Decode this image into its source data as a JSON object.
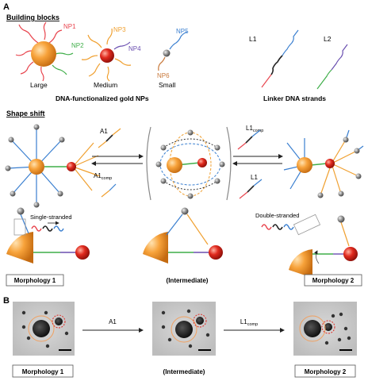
{
  "panel_a": {
    "label": "A",
    "building_blocks": {
      "heading": "Building blocks",
      "np_labels": {
        "np1": "NP1",
        "np2": "NP2",
        "np3": "NP3",
        "np4": "NP4",
        "np5": "NP5",
        "np6": "NP6"
      },
      "size_labels": {
        "large": "Large",
        "medium": "Medium",
        "small": "Small"
      },
      "caption_nps": "DNA-functionalized gold NPs",
      "linker_labels": {
        "l1": "L1",
        "l2": "L2"
      },
      "caption_linkers": "Linker DNA strands"
    },
    "shape_shift": {
      "heading": "Shape shift",
      "a1": "A1",
      "a1_comp_base": "A1",
      "a1_comp_sub": "comp",
      "l1_comp_base": "L1",
      "l1_comp_sub": "comp",
      "l1": "L1",
      "single_stranded": "Single-stranded",
      "double_stranded": "Double-stranded",
      "morph1": "Morphology 1",
      "intermediate": "(Intermediate)",
      "morph2": "Morphology 2"
    }
  },
  "panel_b": {
    "label": "B",
    "a1": "A1",
    "l1_comp_base": "L1",
    "l1_comp_sub": "comp",
    "morph1": "Morphology 1",
    "intermediate": "(Intermediate)",
    "morph2": "Morphology 2"
  },
  "colors": {
    "np1": "#e8454e",
    "np2": "#3fae49",
    "np3": "#f0a030",
    "np4": "#6a4fb0",
    "np5": "#3a7fd0",
    "np6": "#c8783a",
    "gold": "#f39a2e",
    "red_np": "#d42a1e",
    "grey_np": "#777777",
    "orange_circle": "#f0a060",
    "red_dashed": "#e0302a"
  }
}
